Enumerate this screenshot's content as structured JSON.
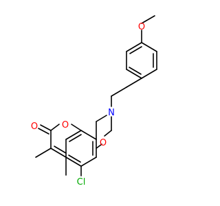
{
  "molecule": {
    "atoms": {
      "O_ring": "O",
      "N": "N",
      "Cl": "Cl",
      "O_carbonyl": "O",
      "O_lactone": "O",
      "O_methoxy": "O"
    },
    "colors": {
      "O": "#ff0000",
      "N": "#0000ff",
      "Cl": "#00aa00",
      "bond": "#000000"
    }
  }
}
